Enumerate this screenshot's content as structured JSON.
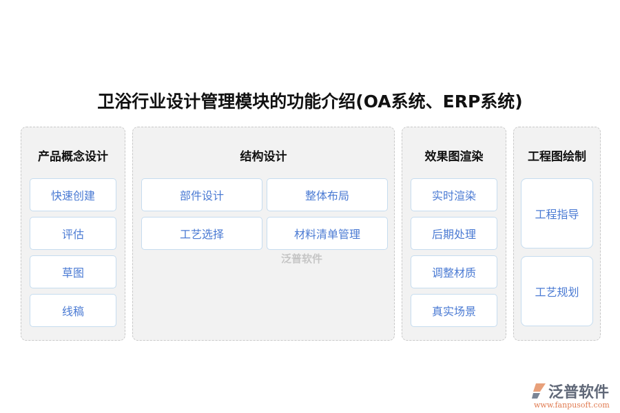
{
  "title": "卫浴行业设计管理模块的功能介绍(OA系统、ERP系统)",
  "panels": [
    {
      "title": "产品概念设计",
      "items": [
        "快速创建",
        "评估",
        "草图",
        "线稿"
      ]
    },
    {
      "title": "结构设计",
      "items": [
        "部件设计",
        "整体布局",
        "工艺选择",
        "材料清单管理"
      ]
    },
    {
      "title": "效果图渲染",
      "items": [
        "实时渲染",
        "后期处理",
        "调整材质",
        "真实场景"
      ]
    },
    {
      "title": "工程图绘制",
      "items": [
        "工程指导",
        "工艺规划"
      ]
    }
  ],
  "watermark": "泛普软件",
  "logo": {
    "name": "泛普软件",
    "url": "www.fanpusoft.com"
  },
  "colors": {
    "item_text": "#4a7ad3",
    "panel_bg": "#f2f2f2",
    "item_border": "#c5dcef"
  }
}
